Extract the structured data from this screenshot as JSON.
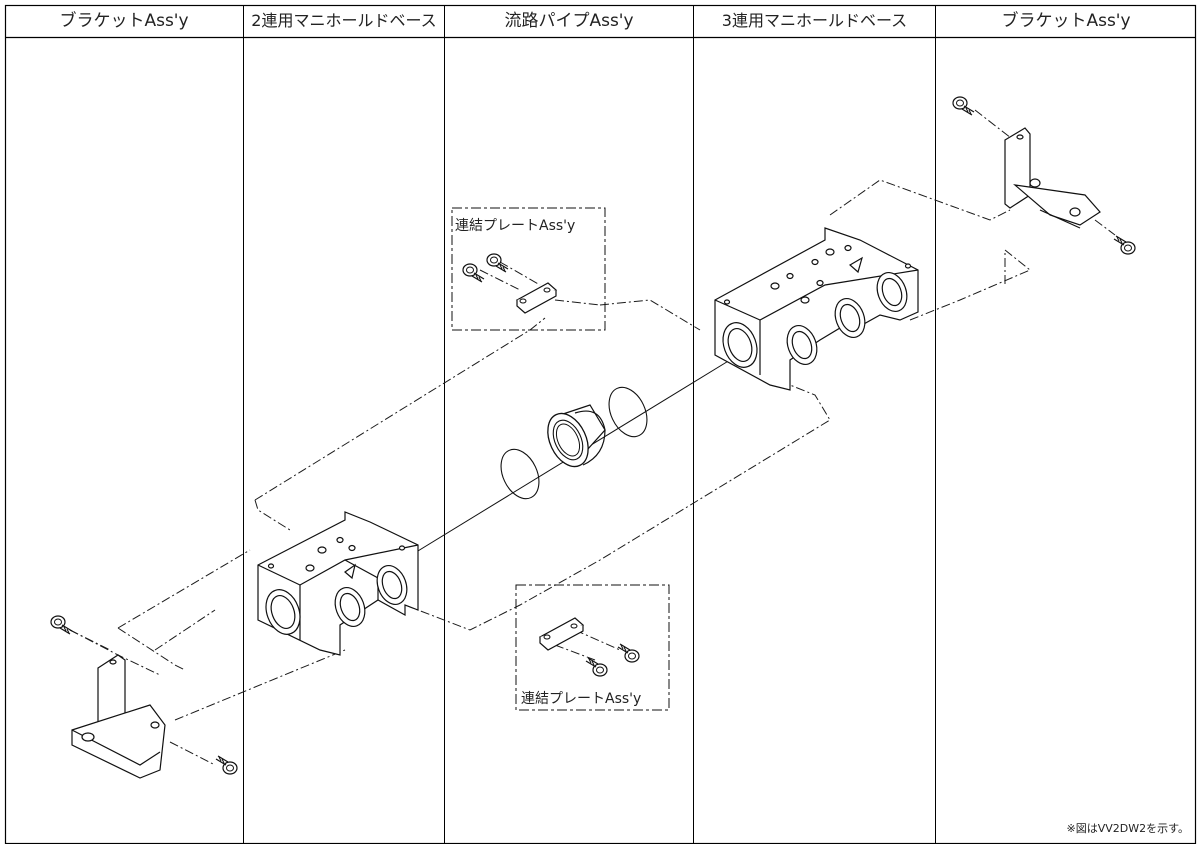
{
  "columns": [
    {
      "label": "ブラケットAss'y"
    },
    {
      "label": "2連用マニホールドベース"
    },
    {
      "label": "流路パイプAss'y"
    },
    {
      "label": "3連用マニホールドベース"
    },
    {
      "label": "ブラケットAss'y"
    }
  ],
  "callouts": {
    "upper": "連結プレートAss'y",
    "lower": "連結プレートAss'y"
  },
  "note": "※図はVV2DW2を示す。",
  "colors": {
    "line": "#1a1a1a",
    "body_fill": "#ffffff",
    "border": "#000000"
  },
  "icons": [
    "screw-icon",
    "bracket-icon",
    "manifold-base-icon",
    "pipe-icon",
    "o-ring-icon",
    "connecting-plate-icon"
  ]
}
